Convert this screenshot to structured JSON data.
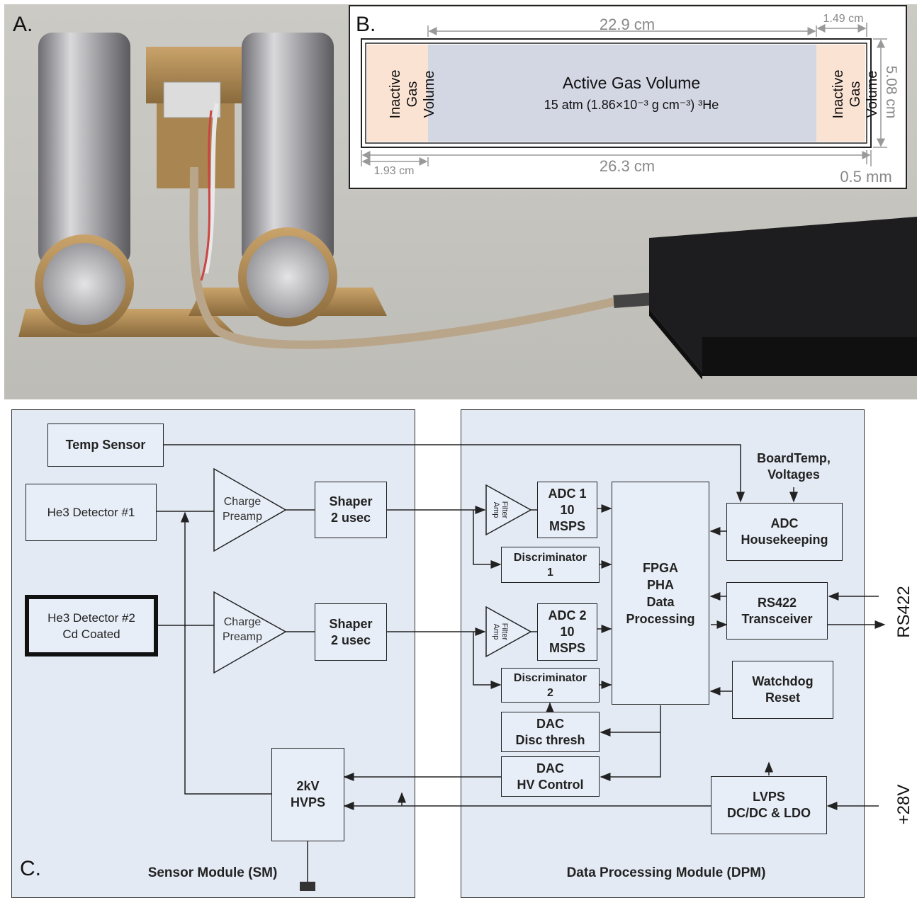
{
  "panels": {
    "a": {
      "label": "A."
    },
    "b": {
      "label": "B.",
      "inactive_left": "Inactive Gas\nVolume",
      "inactive_right": "Inactive Gas\nVolume",
      "active_title": "Active Gas Volume",
      "active_sub": "15 atm (1.86×10⁻³ g cm⁻³) ³He",
      "dim_active_length": "22.9 cm",
      "dim_inactive_right": "1.49 cm",
      "dim_diameter": "5.08 cm",
      "dim_inactive_left": "1.93 cm",
      "dim_total_length": "26.3 cm",
      "dim_wall": "0.5 mm",
      "colors": {
        "inactive": "#fbe3d4",
        "active": "#d3d6e3"
      }
    },
    "c": {
      "label": "C.",
      "sensor_module_label": "Sensor Module (SM)",
      "dpm_label": "Data Processing Module (DPM)",
      "blocks": {
        "temp_sensor": "Temp Sensor",
        "he3_det1": "He3 Detector #1",
        "he3_det2": "He3 Detector #2\nCd Coated",
        "preamp1": "Charge\nPreamp",
        "preamp2": "Charge\nPreamp",
        "shaper1": "Shaper\n2 usec",
        "shaper2": "Shaper\n2 usec",
        "filter_amp1": "Filter\nAmp",
        "filter_amp2": "Filter\nAmp",
        "adc1": "ADC 1\n10\nMSPS",
        "adc2": "ADC 2\n10\nMSPS",
        "disc1": "Discriminator\n1",
        "disc2": "Discriminator\n2",
        "fpga": "FPGA\nPHA\nData\nProcessing",
        "board_temp": "BoardTemp,\nVoltages",
        "adc_hk": "ADC\nHousekeeping",
        "rs422_tx": "RS422\nTransceiver",
        "watchdog": "Watchdog\nReset",
        "dac_disc": "DAC\nDisc thresh",
        "dac_hv": "DAC\nHV Control",
        "hvps": "2kV\nHVPS",
        "lvps": "LVPS\nDC/DC & LDO"
      },
      "external": {
        "rs422": "RS422",
        "plus28v": "+28V"
      },
      "colors": {
        "module_fill": "#e4eaf4",
        "line": "#222222"
      }
    }
  }
}
